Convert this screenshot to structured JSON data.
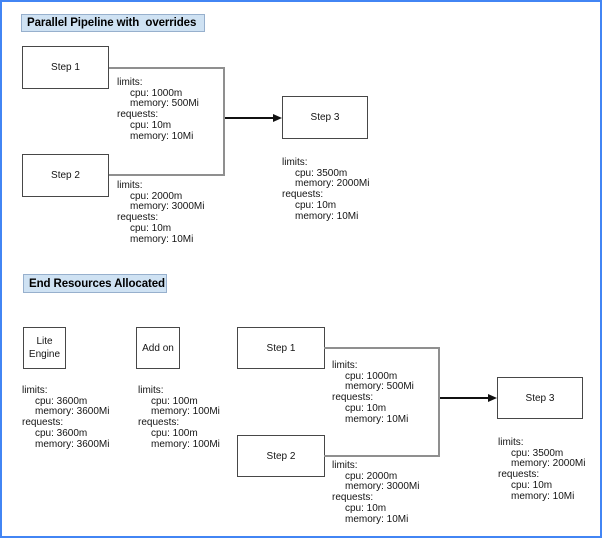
{
  "frame": {
    "border_color": "#4285f4",
    "background": "#ffffff",
    "title_box_fill": "#cfe2f3"
  },
  "parallel_section": {
    "title": "Parallel Pipeline with  overrides",
    "step1": {
      "label": "Step 1",
      "resources": [
        {
          "text": "limits:",
          "indent": 0
        },
        {
          "text": "cpu: 1000m",
          "indent": 1
        },
        {
          "text": "memory: 500Mi",
          "indent": 1
        },
        {
          "text": "requests:",
          "indent": 0
        },
        {
          "text": "cpu: 10m",
          "indent": 1
        },
        {
          "text": "memory: 10Mi",
          "indent": 1
        }
      ]
    },
    "step2": {
      "label": "Step 2",
      "resources": [
        {
          "text": "limits:",
          "indent": 0
        },
        {
          "text": "cpu: 2000m",
          "indent": 1
        },
        {
          "text": "memory: 3000Mi",
          "indent": 1
        },
        {
          "text": "requests:",
          "indent": 0
        },
        {
          "text": "cpu: 10m",
          "indent": 1
        },
        {
          "text": "memory: 10Mi",
          "indent": 1
        }
      ]
    },
    "step3": {
      "label": "Step 3",
      "resources": [
        {
          "text": "limits:",
          "indent": 0
        },
        {
          "text": "cpu: 3500m",
          "indent": 1
        },
        {
          "text": "memory: 2000Mi",
          "indent": 1
        },
        {
          "text": "requests:",
          "indent": 0
        },
        {
          "text": "cpu: 10m",
          "indent": 1
        },
        {
          "text": "memory: 10Mi",
          "indent": 1
        }
      ]
    }
  },
  "end_section": {
    "title": "End Resources Allocated",
    "lite_engine": {
      "label": "Lite Engine",
      "resources": [
        {
          "text": "limits:",
          "indent": 0
        },
        {
          "text": "cpu: 3600m",
          "indent": 1
        },
        {
          "text": "memory: 3600Mi",
          "indent": 1
        },
        {
          "text": "requests:",
          "indent": 0
        },
        {
          "text": "cpu: 3600m",
          "indent": 1
        },
        {
          "text": "memory: 3600Mi",
          "indent": 1
        }
      ]
    },
    "add_on": {
      "label": "Add on",
      "resources": [
        {
          "text": "limits:",
          "indent": 0
        },
        {
          "text": "cpu: 100m",
          "indent": 1
        },
        {
          "text": "memory: 100Mi",
          "indent": 1
        },
        {
          "text": "requests:",
          "indent": 0
        },
        {
          "text": "cpu: 100m",
          "indent": 1
        },
        {
          "text": "memory: 100Mi",
          "indent": 1
        }
      ]
    },
    "step1": {
      "label": "Step 1",
      "resources": [
        {
          "text": "limits:",
          "indent": 0
        },
        {
          "text": "cpu: 1000m",
          "indent": 1
        },
        {
          "text": "memory: 500Mi",
          "indent": 1
        },
        {
          "text": "requests:",
          "indent": 0
        },
        {
          "text": "cpu: 10m",
          "indent": 1
        },
        {
          "text": "memory: 10Mi",
          "indent": 1
        }
      ]
    },
    "step2": {
      "label": "Step 2",
      "resources": [
        {
          "text": "limits:",
          "indent": 0
        },
        {
          "text": "cpu: 2000m",
          "indent": 1
        },
        {
          "text": "memory: 3000Mi",
          "indent": 1
        },
        {
          "text": "requests:",
          "indent": 0
        },
        {
          "text": "cpu: 10m",
          "indent": 1
        },
        {
          "text": "memory: 10Mi",
          "indent": 1
        }
      ]
    },
    "step3": {
      "label": "Step 3",
      "resources": [
        {
          "text": "limits:",
          "indent": 0
        },
        {
          "text": "cpu: 3500m",
          "indent": 1
        },
        {
          "text": "memory: 2000Mi",
          "indent": 1
        },
        {
          "text": "requests:",
          "indent": 0
        },
        {
          "text": "cpu: 10m",
          "indent": 1
        },
        {
          "text": "memory: 10Mi",
          "indent": 1
        }
      ]
    }
  }
}
